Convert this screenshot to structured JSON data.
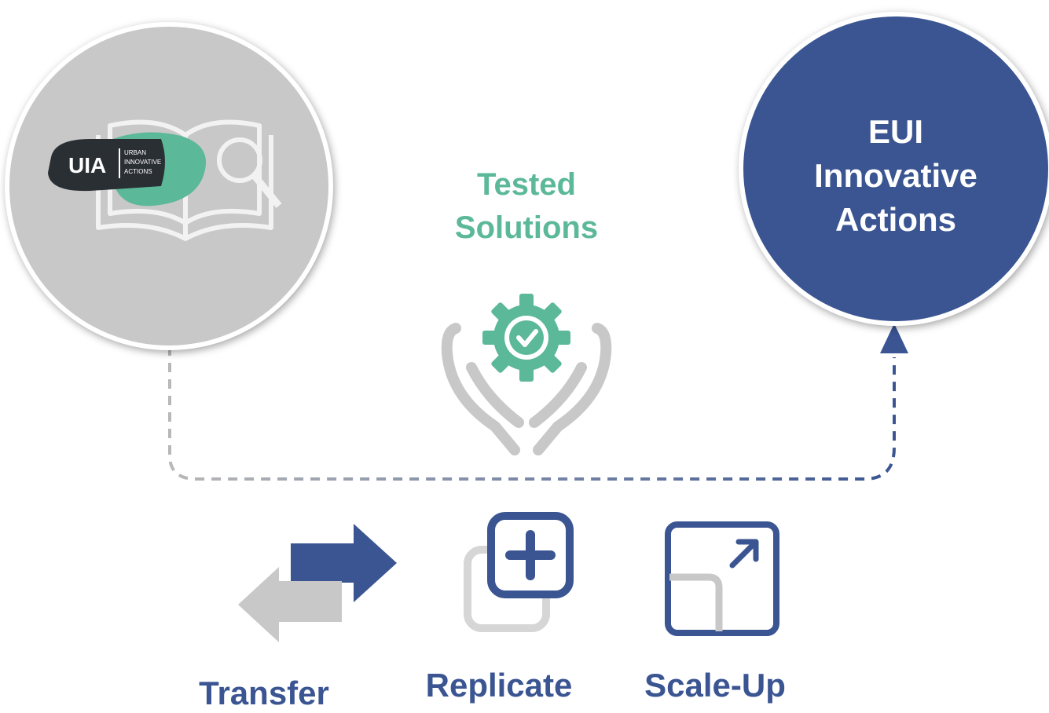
{
  "source_node": {
    "logo_text": "UIA",
    "logo_subtext": [
      "URBAN",
      "INNOVATIVE",
      "ACTIONS"
    ]
  },
  "target_node": {
    "title_lines": [
      "EUI",
      "Innovative",
      "Actions"
    ]
  },
  "middle": {
    "title_lines": [
      "Tested",
      "Solutions"
    ]
  },
  "actions": [
    {
      "label": "Transfer",
      "icon": "transfer-arrows-icon"
    },
    {
      "label": "Replicate",
      "icon": "replicate-plus-icon"
    },
    {
      "label": "Scale-Up",
      "icon": "scale-up-icon"
    }
  ],
  "colors": {
    "navy": "#3a5592",
    "teal": "#5bb898",
    "grey": "#c8c8c8"
  }
}
